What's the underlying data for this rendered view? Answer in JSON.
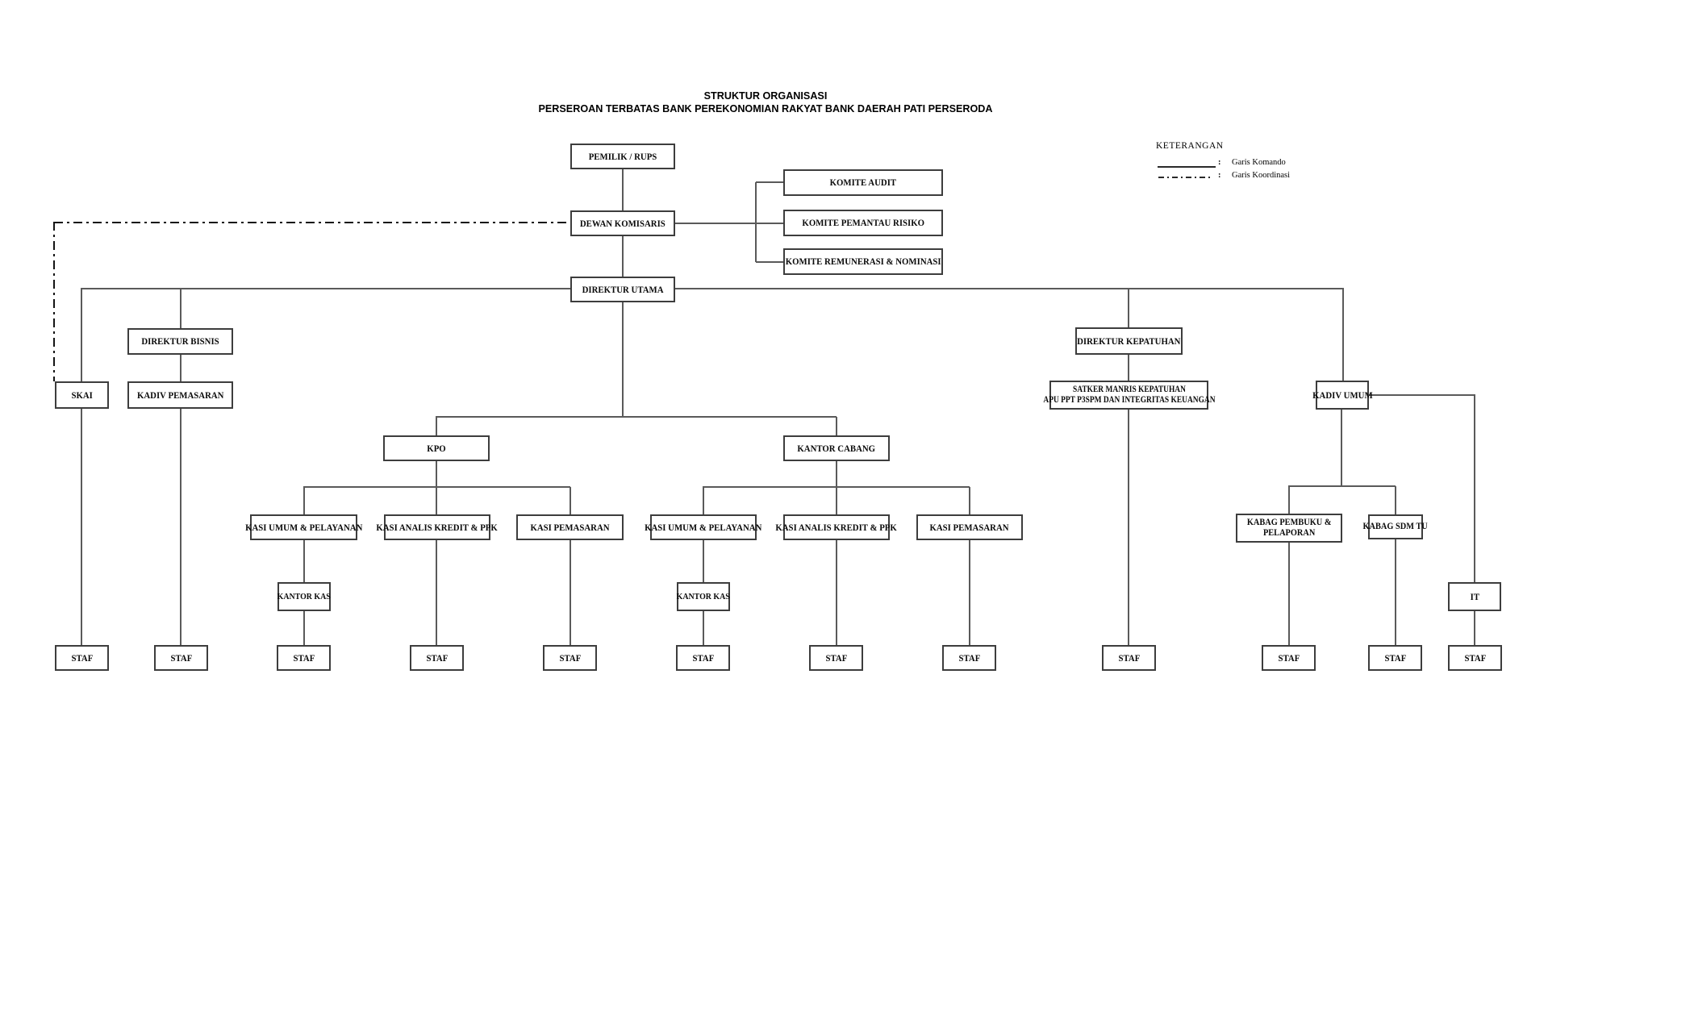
{
  "title": {
    "line1": "STRUKTUR ORGANISASI",
    "line2": "PERSEROAN TERBATAS BANK PEREKONOMIAN RAKYAT BANK DAERAH PATI PERSERODA"
  },
  "legend": {
    "heading": "KETERANGAN",
    "komando_separator": ":",
    "komando_label": "Garis Komando",
    "koordinasi_separator": ":",
    "koordinasi_label": "Garis Koordinasi"
  },
  "nodes": {
    "pemilik_rups": "PEMILIK / RUPS",
    "dewan_komisaris": "DEWAN KOMISARIS",
    "direktur_utama": "DIREKTUR UTAMA",
    "komite_audit": "KOMITE AUDIT",
    "komite_pemantau_risiko": "KOMITE PEMANTAU RISIKO",
    "komite_remunerasi_nominasi": "KOMITE REMUNERASI & NOMINASI",
    "direktur_bisnis": "DIREKTUR BISNIS",
    "skai": "SKAI",
    "kadiv_pemasaran": "KADIV PEMASARAN",
    "direktur_kepatuhan": "DIREKTUR KEPATUHAN",
    "satker_line1": "SATKER MANRIS KEPATUHAN",
    "satker_line2": "APU PPT P3SPM DAN INTEGRITAS KEUANGAN",
    "kadiv_umum": "KADIV UMUM",
    "kpo": "KPO",
    "kantor_cabang": "KANTOR CABANG",
    "kasi_umum_pelayanan": "KASI UMUM & PELAYANAN",
    "kasi_analis_kredit_ppk": "KASI ANALIS KREDIT & PPK",
    "kasi_pemasaran": "KASI PEMASARAN",
    "kabag_pembuku_line1": "KABAG PEMBUKU &",
    "kabag_pembuku_line2": "PELAPORAN",
    "kabag_sdm_tu": "KABAG SDM TU",
    "kantor_kas": "KANTOR KAS",
    "it": "IT",
    "staf": "STAF"
  },
  "colors": {
    "box_border": "#3d3d3d",
    "command_line": "#5a5a5a",
    "koordinasi_line": "#141414",
    "background": "#ffffff"
  }
}
